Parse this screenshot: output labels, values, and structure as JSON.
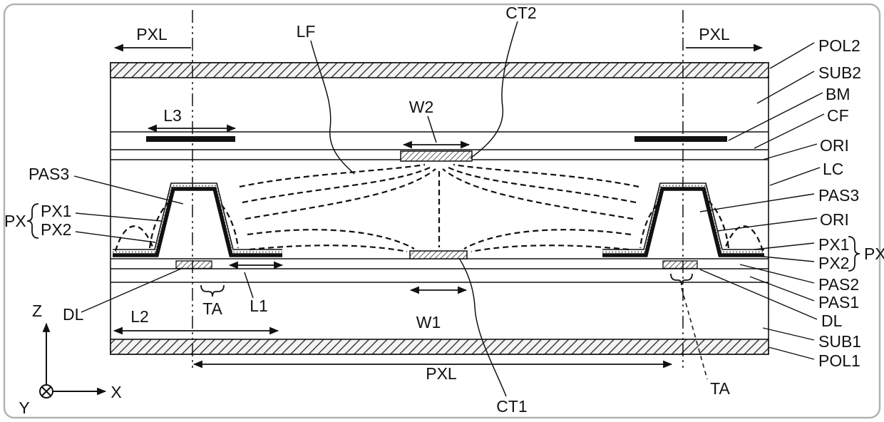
{
  "figure": {
    "kind": "lcd-cross-section-patent-diagram",
    "colors": {
      "line": "#111111",
      "background": "#ffffff",
      "border": "#b3b3b3",
      "black_matrix": "#111111"
    },
    "labels": {
      "pxl_top_left": "PXL",
      "pxl_top_right": "PXL",
      "pxl_bottom": "PXL",
      "lf": "LF",
      "ct2": "CT2",
      "ct1": "CT1",
      "w2": "W2",
      "w1": "W1",
      "l1": "L1",
      "l2": "L2",
      "l3": "L3",
      "ta_left": "TA",
      "ta_right": "TA",
      "left": {
        "pas3": "PAS3",
        "px": "PX",
        "px1": "PX1",
        "px2": "PX2",
        "dl": "DL"
      },
      "right": {
        "pol2": "POL2",
        "sub2": "SUB2",
        "bm": "BM",
        "cf": "CF",
        "ori_top": "ORI",
        "lc": "LC",
        "pas3": "PAS3",
        "ori_mid": "ORI",
        "px1": "PX1",
        "px2": "PX2",
        "px": "PX",
        "pas2": "PAS2",
        "pas1": "PAS1",
        "dl": "DL",
        "sub1": "SUB1",
        "pol1": "POL1"
      },
      "axes": {
        "x": "X",
        "y": "Y",
        "z": "Z"
      }
    }
  }
}
